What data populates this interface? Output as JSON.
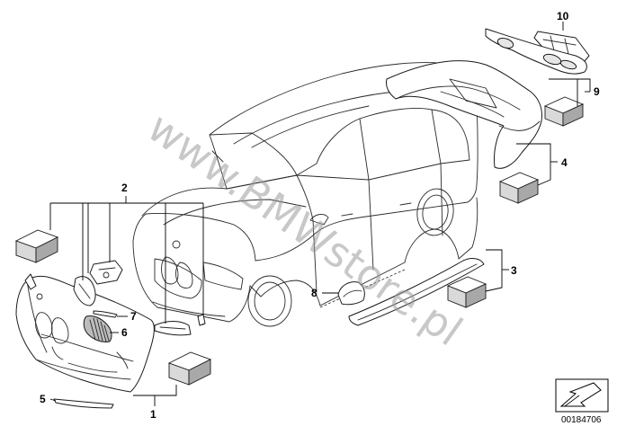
{
  "watermark": "www.BMWstore.pl",
  "diagram_code": "00184706",
  "callouts": [
    "1",
    "2",
    "3",
    "4",
    "5",
    "6",
    "7",
    "8",
    "9",
    "10"
  ]
}
